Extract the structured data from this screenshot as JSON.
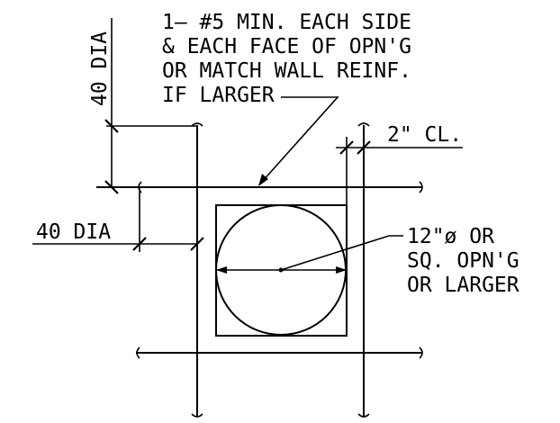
{
  "note_reinforcement": {
    "lines": [
      "1— #5 MIN. EACH SIDE",
      "& EACH FACE OF OPN'G",
      "OR MATCH WALL REINF.",
      "IF LARGER"
    ]
  },
  "dim_vertical": "40 DIA",
  "dim_horizontal": "40 DIA",
  "clearance": "2\" CL.",
  "note_opening": {
    "lines": [
      "12\"ø OR",
      "SQ. OPN'G",
      "OR LARGER"
    ]
  }
}
